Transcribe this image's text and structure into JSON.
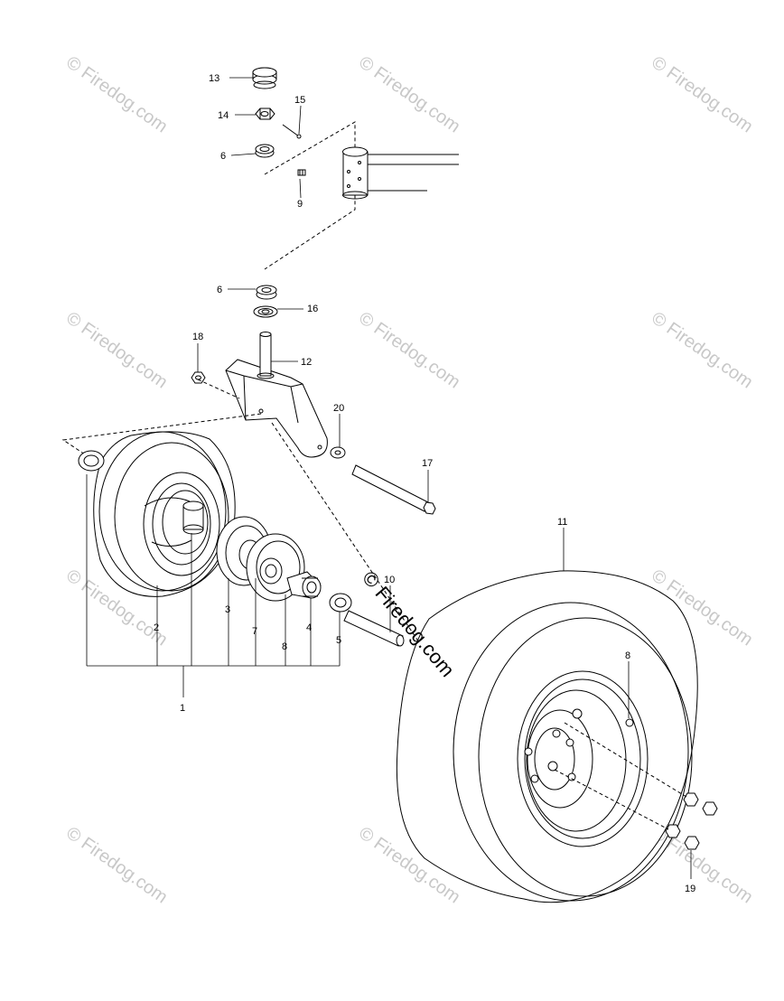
{
  "watermark": {
    "text": "© Firedog.com",
    "color": "#c8c8c8"
  },
  "center_watermark": {
    "text": "© Firedog.com"
  },
  "callouts": [
    "13",
    "15",
    "14",
    "6",
    "9",
    "6",
    "16",
    "18",
    "12",
    "20",
    "17",
    "11",
    "10",
    "2",
    "3",
    "7",
    "8",
    "4",
    "5",
    "1",
    "8",
    "19"
  ]
}
